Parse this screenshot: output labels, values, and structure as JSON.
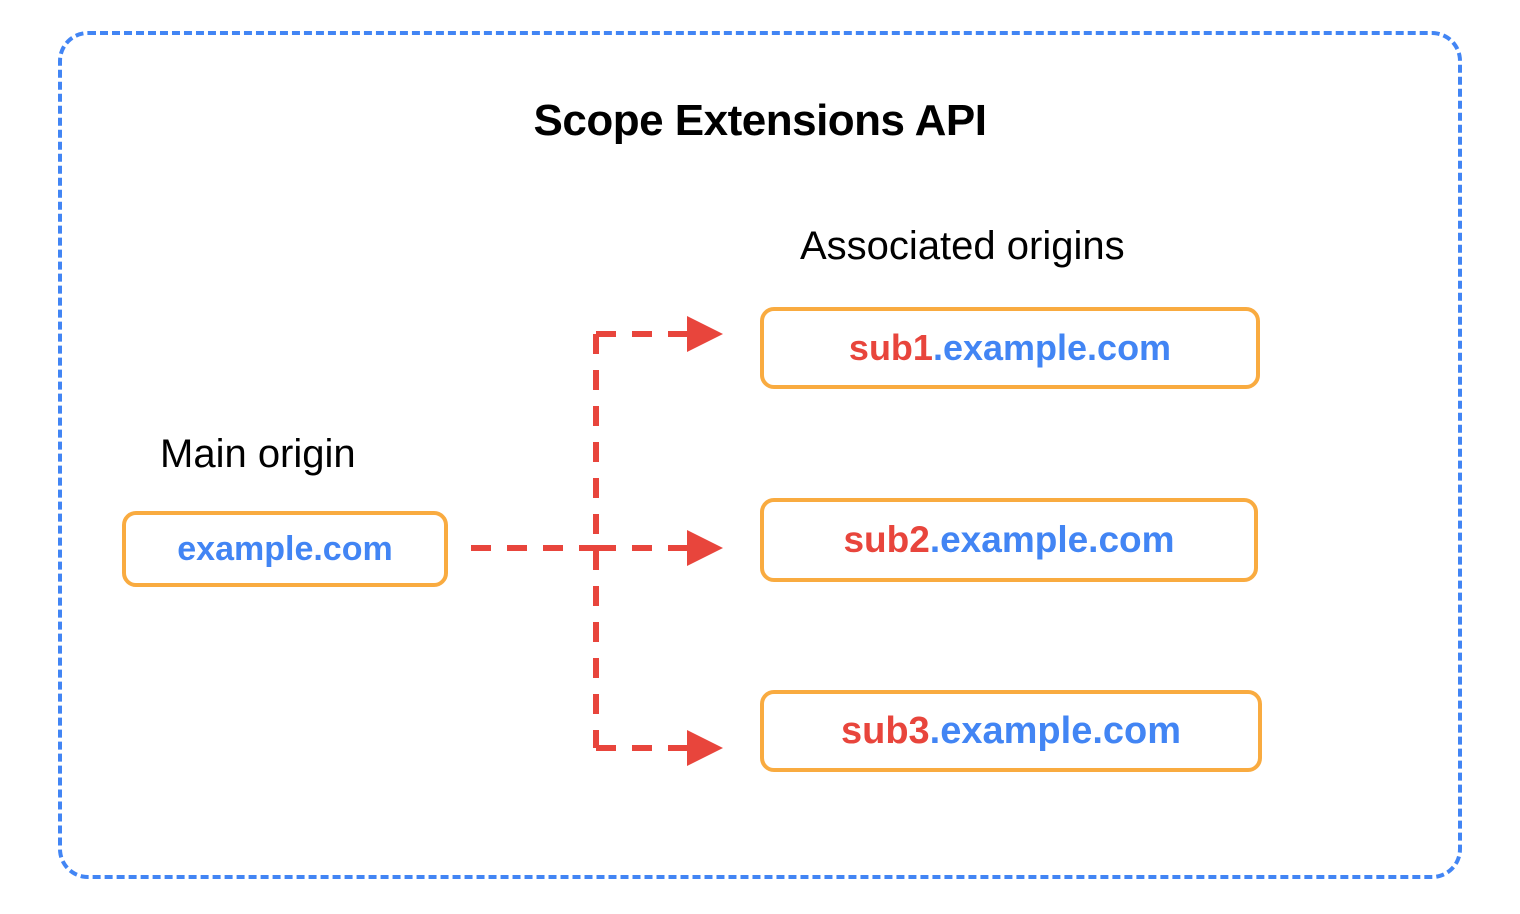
{
  "diagram": {
    "title": "Scope Extensions API",
    "frame_color": "#4285F4",
    "box_border_color": "#F9AB40",
    "connector_color": "#E8453C",
    "sub_text_color": "#E8453C",
    "domain_text_color": "#4285F4"
  },
  "main_origin": {
    "caption": "Main origin",
    "box": {
      "sub": "",
      "domain": "example.com"
    }
  },
  "associated_origins": {
    "caption": "Associated origins",
    "boxes": [
      {
        "sub": "sub1",
        "domain": ".example.com"
      },
      {
        "sub": "sub2",
        "domain": ".example.com"
      },
      {
        "sub": "sub3",
        "domain": ".example.com"
      }
    ]
  }
}
